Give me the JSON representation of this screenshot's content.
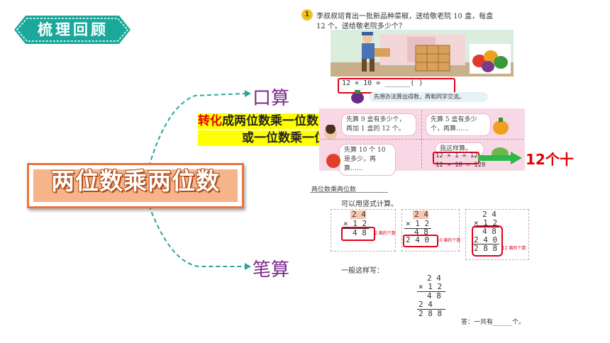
{
  "header": {
    "section_title": "梳理回顾"
  },
  "mindmap": {
    "root": "两位数乘两位数",
    "branch_oral": "口算",
    "branch_written": "笔算",
    "highlight_red": "转化",
    "highlight_rest_line1": "成两位数乘一位数",
    "highlight_line2": "或一位数乘一位数",
    "side_note": "12个十"
  },
  "textbook": {
    "badge": "1",
    "problem_line1": "李叔叔培育出一批新品种菜椒，送给敬老院 10 盒，每盒",
    "problem_line2": "12 个。送给敬老院多少个？",
    "equation": "12 × 10 = ______(    )",
    "tip": "先想办法算出得数，再和同学交流。",
    "bubble_1": "先算 9 盒有多少个，再加 1 盒的 12 个。",
    "bubble_2": "先算 5 盒有多少个，再算……",
    "bubble_3": "先算 10 个 10 是多少，再算……",
    "bubble_4": "我这样算。",
    "calc_1": "12 × 1 = 12",
    "calc_2": "12 × 10 = 120",
    "section_name": "两位数乘两位数",
    "vertical_intro": "可以用竖式计算。",
    "step_note_1": "2 箱的个数",
    "step_note_2": "10 箱的个数",
    "step_note_3": "12 箱的个数",
    "v1": {
      "a": "2 4",
      "b": "× 1 2",
      "c": "4 8"
    },
    "v2": {
      "a": "2 4",
      "b": "× 1 2",
      "c": "4 8",
      "d": "2 4 0"
    },
    "v3": {
      "a": "2 4",
      "b": "× 1 2",
      "c": "4 8",
      "d": "2 4 0",
      "e": "2 8 8"
    },
    "general_label": "一般这样写：",
    "g": {
      "a": "2 4",
      "b": "× 1 2",
      "c": "4 8",
      "d": "2 4",
      "e": "2 8 8"
    },
    "answer": "答：一共有______个。"
  },
  "colors": {
    "banner": "#1aa89a",
    "connector": "#2aa79b",
    "root_border": "#e8763a",
    "branch_text": "#7a2a8c",
    "highlight": "#ffff00",
    "red": "#e00000"
  }
}
